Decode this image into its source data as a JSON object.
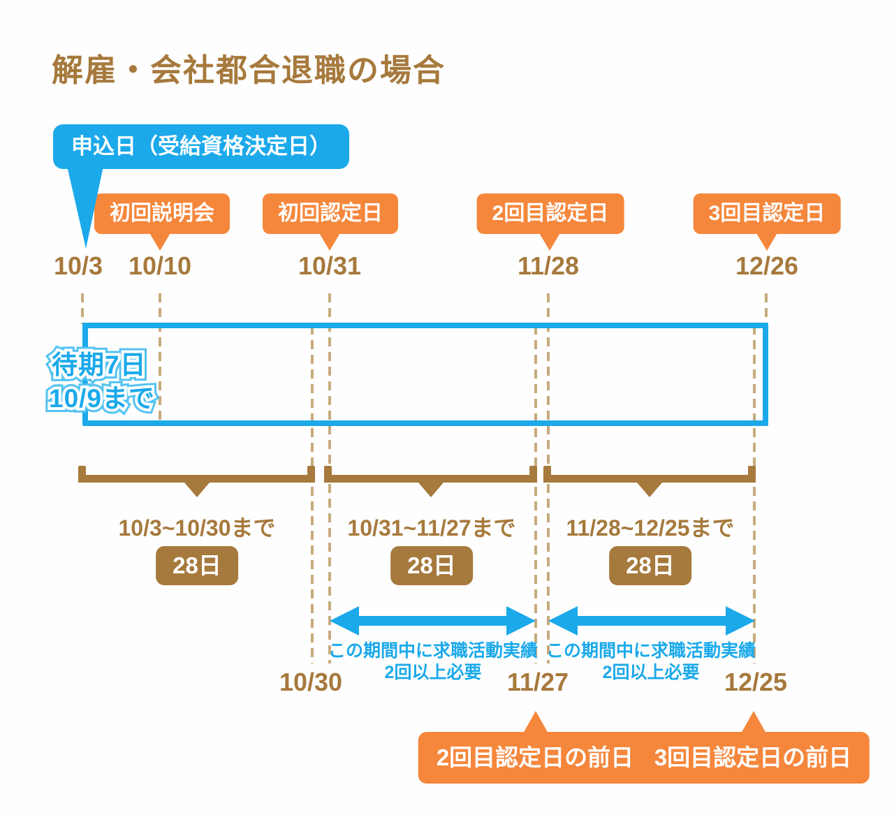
{
  "title": "解雇・会社都合退職の場合",
  "colors": {
    "blue": "#1ba9ea",
    "orange": "#f5873c",
    "brown": "#a6793c",
    "dashed_tan": "#c7aa7d"
  },
  "application_callout": {
    "label": "申込日（受給資格決定日）"
  },
  "event_callouts": [
    {
      "label": "初回説明会"
    },
    {
      "label": "初回認定日"
    },
    {
      "label": "2回目認定日"
    },
    {
      "label": "3回目認定日"
    }
  ],
  "top_dates": [
    "10/3",
    "10/10",
    "10/31",
    "11/28",
    "12/26"
  ],
  "waiting_period": {
    "line1": "待期7日",
    "line2": "10/9まで"
  },
  "periods": [
    {
      "range": "10/3~10/30まで",
      "days": "28日"
    },
    {
      "range": "10/31~11/27まで",
      "days": "28日"
    },
    {
      "range": "11/28~12/25まで",
      "days": "28日"
    }
  ],
  "activity_requirements": [
    {
      "line1": "この期間中に求職活動実績",
      "line2": "2回以上必要"
    },
    {
      "line1": "この期間中に求職活動実績",
      "line2": "2回以上必要"
    }
  ],
  "bottom_dates": [
    "10/30",
    "11/27",
    "12/25"
  ],
  "bottom_callouts": [
    {
      "label": "2回目認定日の前日"
    },
    {
      "label": "3回目認定日の前日"
    }
  ]
}
